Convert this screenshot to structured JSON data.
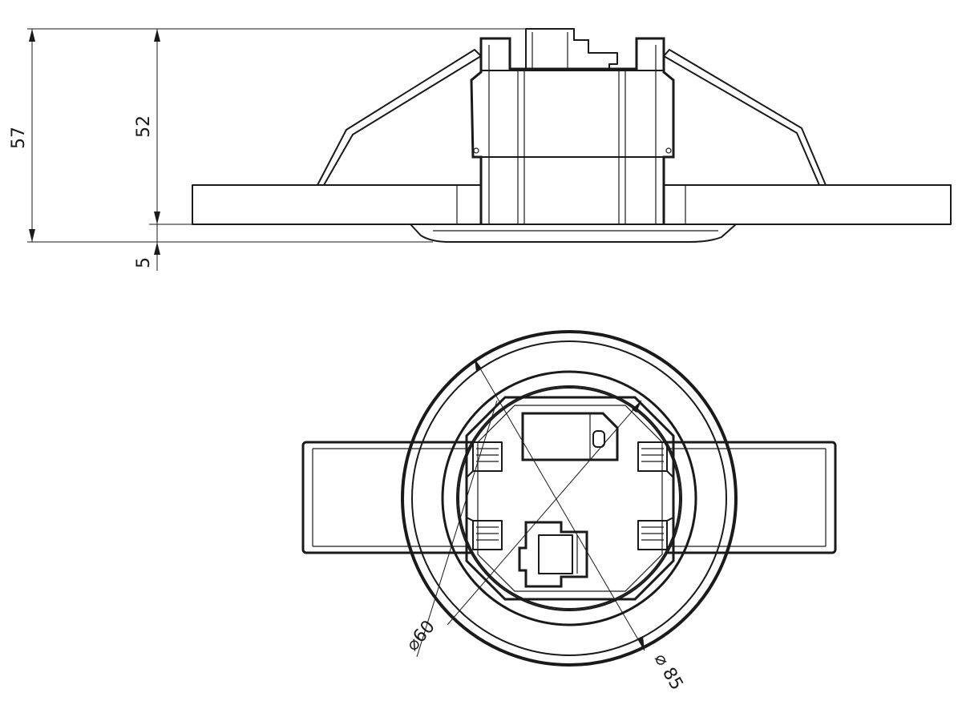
{
  "dimensions": {
    "overall_height": "57",
    "body_height": "52",
    "flange_height": "5",
    "inner_diameter": "⌀60",
    "outer_diameter": "⌀ 85"
  },
  "colors": {
    "stroke": "#1a1a1a",
    "background": "#ffffff"
  }
}
